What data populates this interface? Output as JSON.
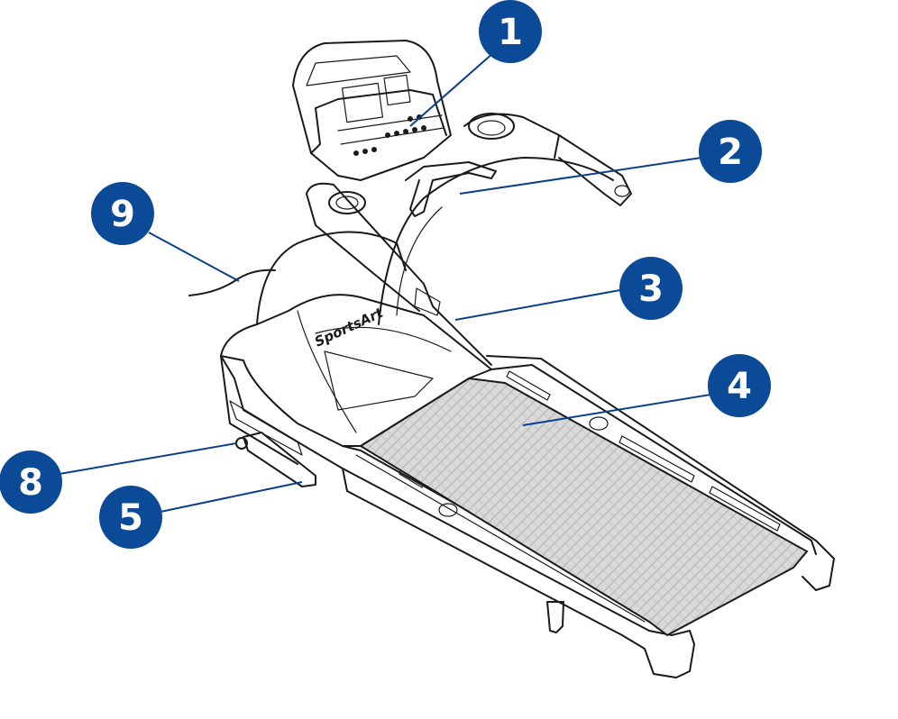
{
  "brand_logo": "SportsArt",
  "colors": {
    "badge": "#0a4a96",
    "leader": "#0a3f8a",
    "outline": "#1a1a1a",
    "belt": "#d6d6d6"
  },
  "callouts": [
    {
      "id": "1",
      "label": "1",
      "part": "console"
    },
    {
      "id": "2",
      "label": "2",
      "part": "handrail-right"
    },
    {
      "id": "3",
      "label": "3",
      "part": "handrail-left"
    },
    {
      "id": "4",
      "label": "4",
      "part": "running-belt"
    },
    {
      "id": "5",
      "label": "5",
      "part": "rear-support-foot"
    },
    {
      "id": "8",
      "label": "8",
      "part": "leveling-wheel"
    },
    {
      "id": "9",
      "label": "9",
      "part": "power-cord"
    }
  ]
}
